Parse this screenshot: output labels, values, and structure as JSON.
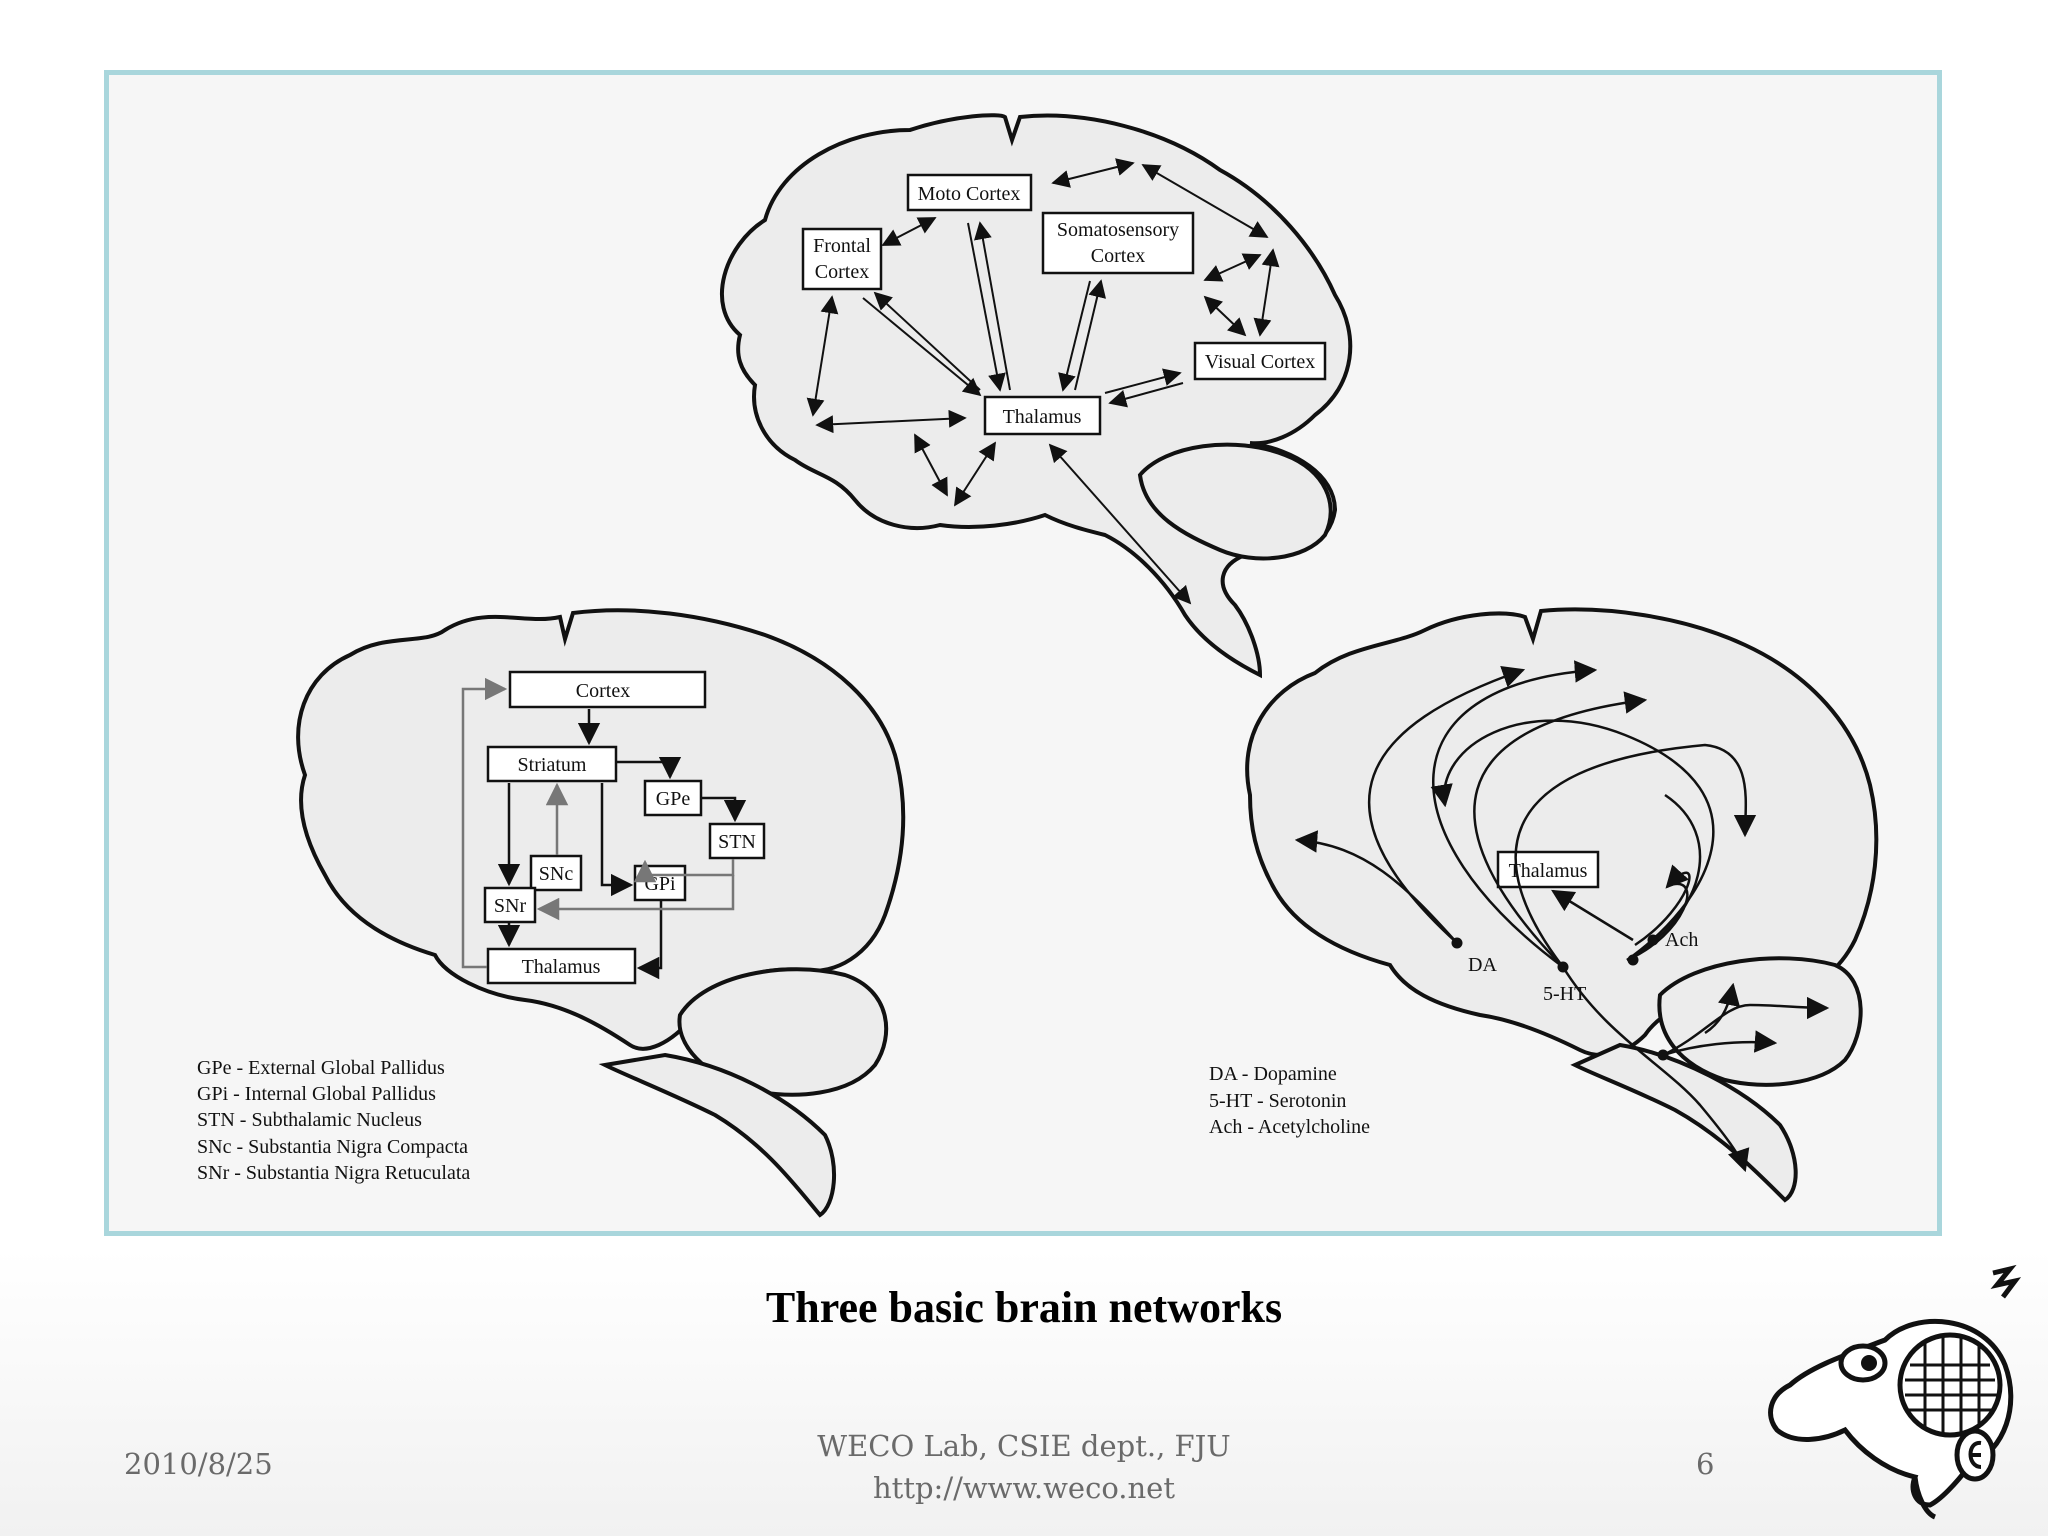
{
  "top_brain": {
    "labels": {
      "moto_cortex": "Moto Cortex",
      "frontal_cortex_1": "Frontal",
      "frontal_cortex_2": "Cortex",
      "somatosensory_1": "Somatosensory",
      "somatosensory_2": "Cortex",
      "visual_cortex": "Visual Cortex",
      "thalamus": "Thalamus"
    }
  },
  "left_brain": {
    "labels": {
      "cortex": "Cortex",
      "striatum": "Striatum",
      "gpe": "GPe",
      "stn": "STN",
      "snc": "SNc",
      "gpi": "GPi",
      "snr": "SNr",
      "thalamus": "Thalamus"
    },
    "legend": [
      "GPe - External Global Pallidus",
      "GPi - Internal Global Pallidus",
      "STN - Subthalamic Nucleus",
      "SNc - Substantia Nigra Compacta",
      "SNr - Substantia Nigra Retuculata"
    ]
  },
  "right_brain": {
    "labels": {
      "thalamus": "Thalamus",
      "da": "DA",
      "serotonin": "5-HT",
      "ach": "Ach"
    },
    "legend": [
      "DA - Dopamine",
      "5-HT - Serotonin",
      "Ach - Acetylcholine"
    ]
  },
  "caption": "Three basic brain networks",
  "footer": {
    "date": "2010/8/25",
    "lab_line1": "WECO Lab, CSIE dept., FJU",
    "lab_line2": "http://www.weco.net",
    "page_number": "6"
  },
  "colors": {
    "frame_border": "#a9d6dc",
    "brain_fill": "#ececec",
    "ink": "#111111",
    "gray_arrow": "#777777"
  }
}
